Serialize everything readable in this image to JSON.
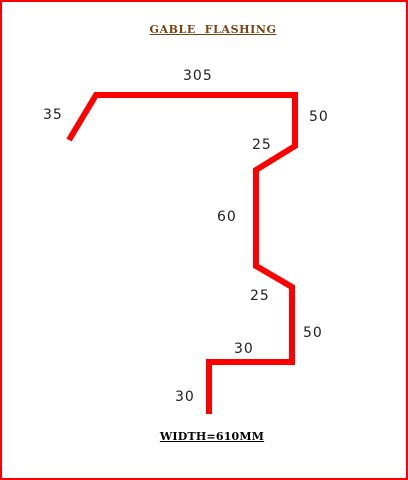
{
  "title": "GABLE  FLASHING",
  "footer": "WIDTH=610MM",
  "colors": {
    "profile": "#ff0000",
    "frame": "#ff0000",
    "title": "#7a4410",
    "text": "#222222"
  },
  "dimensions": {
    "top": "305",
    "hook": "35",
    "right_drop": "50",
    "upper_step": "25",
    "middle_drop": "60",
    "lower_step": "25",
    "lower_drop": "50",
    "bottom_return": "30",
    "tail": "30"
  }
}
